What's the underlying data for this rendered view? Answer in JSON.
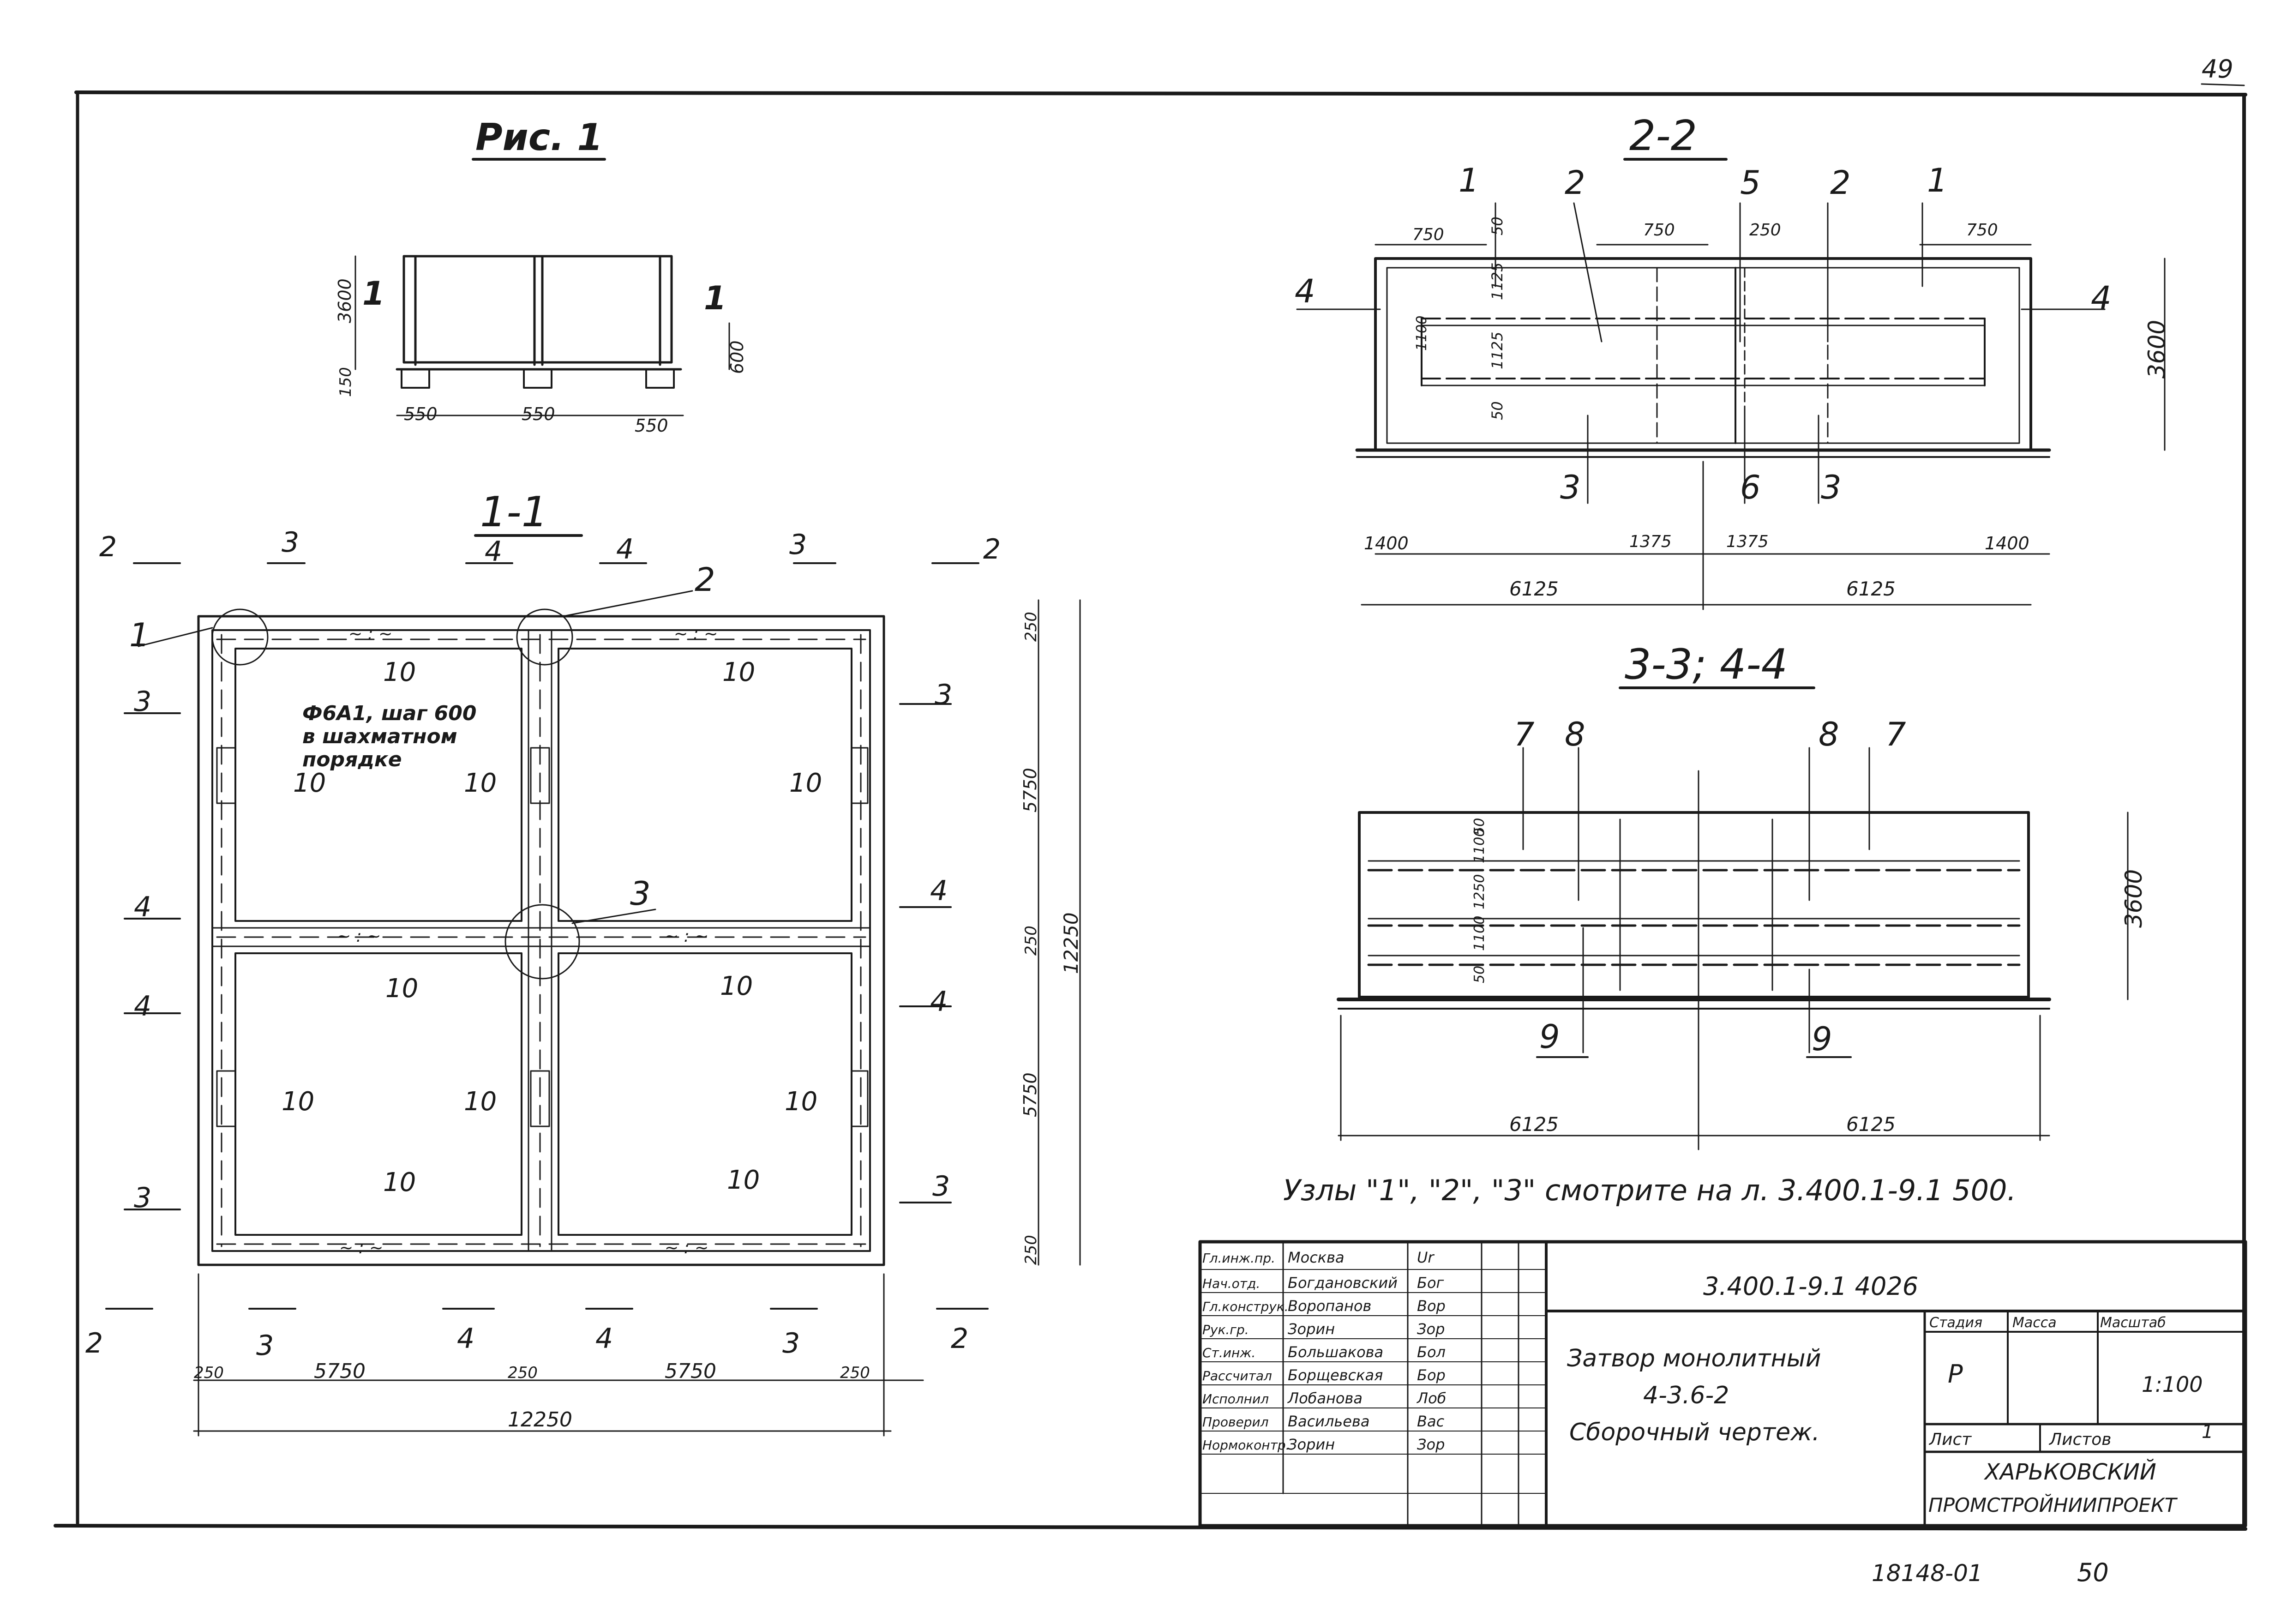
{
  "sheet": {
    "page_number": "49",
    "bottom_code": "18148-01",
    "bottom_page": "50"
  },
  "fig1": {
    "title": "Рис. 1",
    "dims": {
      "height": "3600",
      "base": "150",
      "offset": "600",
      "pad_left": "550",
      "pad_mid": "550",
      "pad_right": "550"
    },
    "marks": [
      "1",
      "1"
    ]
  },
  "section_22": {
    "title": "2-2",
    "top_marks": [
      "1",
      "2",
      "5",
      "2",
      "1"
    ],
    "bottom_marks": [
      "3",
      "6",
      "3"
    ],
    "side_marks": [
      "4",
      "4"
    ],
    "dims_top": [
      "750",
      "750",
      "250",
      "750"
    ],
    "dims_vert": [
      "50",
      "1125",
      "1125",
      "50",
      "1100"
    ],
    "dims_bottom": [
      "1400",
      "1375",
      "1375",
      "1400"
    ],
    "dims_total": [
      "6125",
      "6125"
    ],
    "height": "3600"
  },
  "section_33": {
    "title": "3-3; 4-4",
    "top_marks": [
      "7",
      "8",
      "8",
      "7"
    ],
    "bottom_marks": [
      "9",
      "9"
    ],
    "dims_vert": [
      "50",
      "1100",
      "1250",
      "1100",
      "50"
    ],
    "dims_total": [
      "6125",
      "6125"
    ],
    "height": "3600"
  },
  "plan_11": {
    "title": "1-1",
    "callouts": [
      "1",
      "2",
      "3"
    ],
    "label10": "10",
    "note": [
      "Ф6А1, шаг 600",
      "в шахматном",
      "порядке"
    ],
    "section_marks_top": [
      "2",
      "3",
      "4",
      "4",
      "3",
      "2"
    ],
    "section_marks_side_left": [
      "3",
      "4",
      "4",
      "3"
    ],
    "section_marks_side_right": [
      "3",
      "4",
      "4",
      "3"
    ],
    "section_marks_bottom": [
      "2",
      "3",
      "4",
      "4",
      "3",
      "2"
    ],
    "dims_right": [
      "250",
      "5750",
      "250",
      "5750",
      "250"
    ],
    "dims_right_total": "12250",
    "dims_bottom": [
      "250",
      "5750",
      "250",
      "5750",
      "250"
    ],
    "dims_bottom_total": "12250"
  },
  "note_nodes": "Узлы \"1\", \"2\", \"3\" смотрите на л. 3.400.1-9.1 500.",
  "title_block": {
    "doc_code": "3.400.1-9.1 4026",
    "name": [
      "Затвор монолитный",
      "4-3.6-2",
      "Сборочный чертеж."
    ],
    "stage_label": "Стадия",
    "mass_label": "Масса",
    "scale_label": "Масштаб",
    "stage": "Р",
    "scale": "1:100",
    "sheet_label": "Лист",
    "sheets_label": "Листов",
    "sheets": "1",
    "org": [
      "ХАРЬКОВСКИЙ",
      "ПРОМСТРОЙНИИПРОЕКТ"
    ],
    "people": [
      {
        "role": "Гл.инж.пр.",
        "name": "Москва",
        "sign": "Ur"
      },
      {
        "role": "Нач.отд.",
        "name": "Богдановский",
        "sign": "Бог"
      },
      {
        "role": "Гл.конструк.",
        "name": "Воропанов",
        "sign": "Вор"
      },
      {
        "role": "Рук.гр.",
        "name": "Зорин",
        "sign": "Зор"
      },
      {
        "role": "Ст.инж.",
        "name": "Большакова",
        "sign": "Бол"
      },
      {
        "role": "Рассчитал",
        "name": "Борщевская",
        "sign": "Бор"
      },
      {
        "role": "Исполнил",
        "name": "Лобанова",
        "sign": "Лоб"
      },
      {
        "role": "Проверил",
        "name": "Васильева",
        "sign": "Вас"
      },
      {
        "role": "Нормоконтр.",
        "name": "Зорин",
        "sign": "Зор"
      }
    ]
  }
}
